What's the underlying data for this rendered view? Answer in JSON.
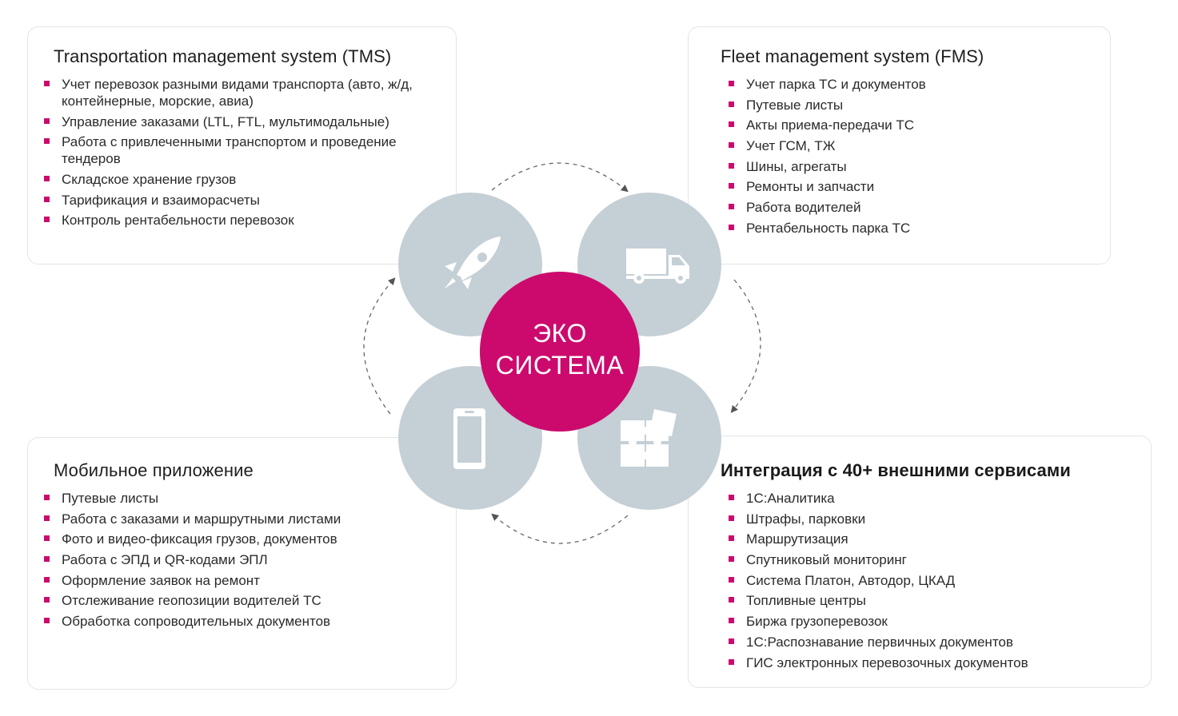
{
  "center": {
    "line1": "ЭКО",
    "line2": "СИСТЕМА"
  },
  "colors": {
    "accent": "#cc0a6e",
    "node_fill": "#c5cfd6",
    "card_border": "#e2e4e7"
  },
  "icons": [
    "rocket-icon",
    "truck-icon",
    "smartphone-icon",
    "puzzle-icon"
  ],
  "tms": {
    "title": "Transportation management system (TMS)",
    "items": [
      "Учет перевозок разными видами транспорта (авто, ж/д, контейнерные, морские, авиа)",
      "Управление заказами (LTL, FTL, мультимодальные)",
      "Работа с привлеченными транспортом и проведение тендеров",
      "Складское хранение грузов",
      "Тарификация и взаиморасчеты",
      "Контроль рентабельности перевозок"
    ]
  },
  "fms": {
    "title": "Fleet management system (FMS)",
    "items": [
      "Учет парка ТС и документов",
      "Путевые листы",
      "Акты приема-передачи ТС",
      "Учет ГСМ, ТЖ",
      "Шины, агрегаты",
      "Ремонты и запчасти",
      "Работа водителей",
      "Рентабельность парка ТС"
    ]
  },
  "mobile": {
    "title": "Мобильное приложение",
    "items": [
      "Путевые листы",
      "Работа с заказами и маршрутными листами",
      "Фото и видео-фиксация грузов, документов",
      "Работа с ЭПД и QR-кодами ЭПЛ",
      "Оформление заявок на ремонт",
      "Отслеживание геопозиции водителей ТС",
      "Обработка сопроводительных документов"
    ]
  },
  "integration": {
    "title": "Интеграция с 40+ внешними сервисами",
    "items": [
      "1С:Аналитика",
      "Штрафы, парковки",
      "Маршрутизация",
      "Спутниковый мониторинг",
      "Система Платон, Автодор, ЦКАД",
      "Топливные центры",
      "Биржа грузоперевозок",
      "1С:Распознавание первичных документов",
      "ГИС электронных перевозочных документов"
    ]
  }
}
